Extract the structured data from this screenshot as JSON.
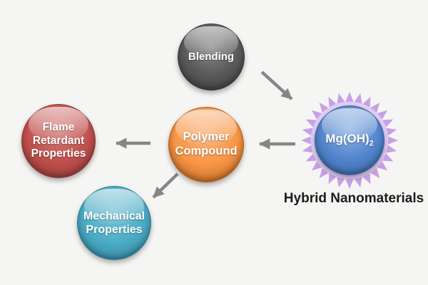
{
  "theme": {
    "bg": "#f5f5f3",
    "arrow": "#868686",
    "star": "#c7a0e8",
    "star-ring": "#e2cdf4",
    "caption": "#1c1c1c",
    "node_text": "#ffffff"
  },
  "nodes": {
    "blending": {
      "label": "Blending",
      "colors": {
        "light": "#8c8c8c",
        "main": "#595959",
        "dark": "#3b3b3b"
      }
    },
    "mgoh": {
      "label_main": "Mg(OH)",
      "label_sub": "2",
      "colors": {
        "light": "#8fb3e4",
        "main": "#5385cd",
        "dark": "#35609f"
      }
    },
    "polymer": {
      "label": "Polymer Compound",
      "colors": {
        "light": "#fbb077",
        "main": "#f79646",
        "dark": "#b05c14"
      }
    },
    "flame": {
      "label": "Flame Retardant Properties",
      "colors": {
        "light": "#d57f7c",
        "main": "#c0504d",
        "dark": "#8c3835"
      }
    },
    "mechanical": {
      "label": "Mechanical Properties",
      "colors": {
        "light": "#7cc4d8",
        "main": "#4bacc6",
        "dark": "#2e7b93"
      }
    }
  },
  "caption": {
    "text": "Hybrid Nanomaterials"
  },
  "connections": [
    {
      "from": "Blending",
      "to": "Mg(OH)2"
    },
    {
      "from": "Mg(OH)2",
      "to": "Polymer Compound"
    },
    {
      "from": "Polymer Compound",
      "to": "Flame Retardant Properties"
    },
    {
      "from": "Polymer Compound",
      "to": "Mechanical Properties"
    }
  ]
}
